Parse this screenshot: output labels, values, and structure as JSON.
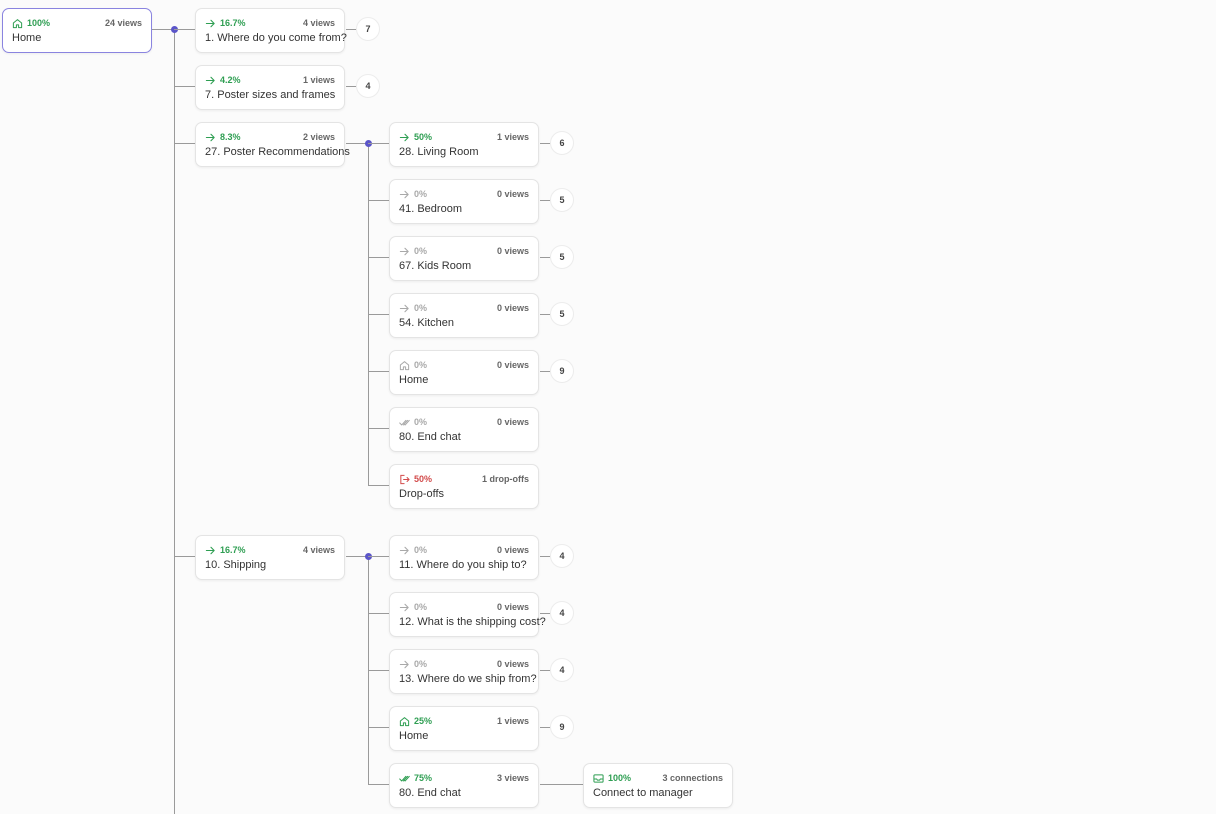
{
  "colors": {
    "accent": "#5b55c9",
    "positive": "#2e9e52",
    "muted": "#a9a9a9",
    "dropoff": "#d24a4a",
    "connector": "#9a9a9a"
  },
  "root": {
    "id": "root",
    "icon": "home-icon",
    "tone": "green",
    "pct": "100%",
    "views": "24 views",
    "title": "Home"
  },
  "nodes": [
    {
      "id": "n1",
      "icon": "arrow-right-icon",
      "tone": "green",
      "pct": "16.7%",
      "views": "4 views",
      "title": "1. Where do you come from?",
      "badge": "7"
    },
    {
      "id": "n7",
      "icon": "arrow-right-icon",
      "tone": "green",
      "pct": "4.2%",
      "views": "1 views",
      "title": "7. Poster sizes and frames",
      "badge": "4"
    },
    {
      "id": "n27",
      "icon": "arrow-right-icon",
      "tone": "green",
      "pct": "8.3%",
      "views": "2 views",
      "title": "27. Poster Recommendations",
      "badge": ""
    },
    {
      "id": "n28",
      "icon": "arrow-right-icon",
      "tone": "green",
      "pct": "50%",
      "views": "1 views",
      "title": "28. Living Room",
      "badge": "6"
    },
    {
      "id": "n41",
      "icon": "arrow-right-icon",
      "tone": "grey",
      "pct": "0%",
      "views": "0 views",
      "title": "41. Bedroom",
      "badge": "5"
    },
    {
      "id": "n67",
      "icon": "arrow-right-icon",
      "tone": "grey",
      "pct": "0%",
      "views": "0 views",
      "title": "67. Kids Room",
      "badge": "5"
    },
    {
      "id": "n54",
      "icon": "arrow-right-icon",
      "tone": "grey",
      "pct": "0%",
      "views": "0 views",
      "title": "54. Kitchen",
      "badge": "5"
    },
    {
      "id": "nHomeA",
      "icon": "home-icon",
      "tone": "grey",
      "pct": "0%",
      "views": "0 views",
      "title": "Home",
      "badge": "9"
    },
    {
      "id": "n80a",
      "icon": "double-check-icon",
      "tone": "grey",
      "pct": "0%",
      "views": "0 views",
      "title": "80. End chat",
      "badge": ""
    },
    {
      "id": "nDrop",
      "icon": "exit-icon",
      "tone": "red",
      "pct": "50%",
      "views": "1 drop-offs",
      "title": "Drop-offs",
      "badge": ""
    },
    {
      "id": "n10",
      "icon": "arrow-right-icon",
      "tone": "green",
      "pct": "16.7%",
      "views": "4 views",
      "title": "10. Shipping",
      "badge": ""
    },
    {
      "id": "n11",
      "icon": "arrow-right-icon",
      "tone": "grey",
      "pct": "0%",
      "views": "0 views",
      "title": "11. Where do you ship to?",
      "badge": "4"
    },
    {
      "id": "n12",
      "icon": "arrow-right-icon",
      "tone": "grey",
      "pct": "0%",
      "views": "0 views",
      "title": "12. What is the shipping cost?",
      "badge": "4"
    },
    {
      "id": "n13",
      "icon": "arrow-right-icon",
      "tone": "grey",
      "pct": "0%",
      "views": "0 views",
      "title": "13. Where do we ship from?",
      "badge": "4"
    },
    {
      "id": "nHomeB",
      "icon": "home-icon",
      "tone": "green",
      "pct": "25%",
      "views": "1 views",
      "title": "Home",
      "badge": "9"
    },
    {
      "id": "n80b",
      "icon": "double-check-icon",
      "tone": "green",
      "pct": "75%",
      "views": "3 views",
      "title": "80. End chat",
      "badge": ""
    },
    {
      "id": "nConnect",
      "icon": "inbox-icon",
      "tone": "green",
      "pct": "100%",
      "views": "3 connections",
      "title": "Connect to manager",
      "badge": ""
    }
  ]
}
